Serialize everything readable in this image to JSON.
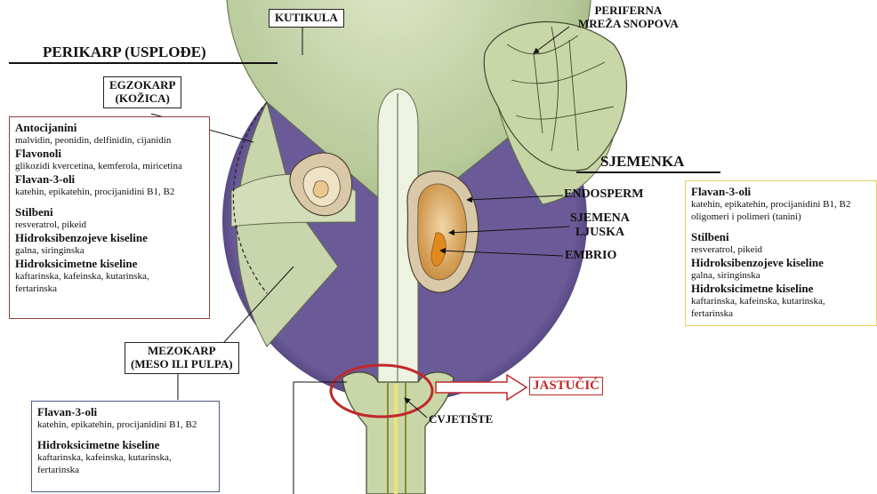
{
  "labels": {
    "perikarp": "PERIKARP (USPLOĐE)",
    "kutikula": "KUTIKULA",
    "egzokarp_line1": "EGZOKARP",
    "egzokarp_line2": "(KOŽICA)",
    "periferna_line1": "PERIFERNA",
    "periferna_line2": "MREŽA SNOPOVA",
    "sjemenka": "SJEMENKA",
    "endosperm": "ENDOSPERM",
    "sjemena_line1": "SJEMENA",
    "sjemena_line2": "LJUSKA",
    "embrio": "EMBRIO",
    "mezokarp_line1": "MEZOKARP",
    "mezokarp_line2": "(MESO ILI PULPA)",
    "jastucic": "JASTUČIĆ",
    "cvjetiste": "CVJETIŠTE"
  },
  "panels": {
    "left_top": {
      "antocijanini_h": "Antocijanini",
      "antocijanini_t": "malvidin, peonidin, delfinidin, cijanidin",
      "flavonoli_h": "Flavonoli",
      "flavonoli_t": "glikozidi kvercetina, kemferola, miricetina",
      "flavan_h": "Flavan-3-oli",
      "flavan_t": "katehin, epikatehin, procijanidini B1, B2",
      "stilbeni_h": "Stilbeni",
      "stilbeni_t": "resveratrol, pikeid",
      "hbk_h": "Hidroksibenzojeve kiseline",
      "hbk_t": "galna, siringinska",
      "hck_h": "Hidroksicimetne kiseline",
      "hck_t1": "kaftarinska, kafeinska, kutarinska,",
      "hck_t2": "fertarinska"
    },
    "right": {
      "flavan_h": "Flavan-3-oli",
      "flavan_t1": "katehin, epikatehin, procijanidini B1, B2",
      "flavan_t2": "oligomeri i polimeri (tanini)",
      "stilbeni_h": "Stilbeni",
      "stilbeni_t": "resveratrol, pikeid",
      "hbk_h": "Hidroksibenzojeve kiseline",
      "hbk_t": "galna, siringinska",
      "hck_h": "Hidroksicimetne kiseline",
      "hck_t1": "kaftarinska, kafeinska, kutarinska,",
      "hck_t2": "fertarinska"
    },
    "left_bottom": {
      "flavan_h": "Flavan-3-oli",
      "flavan_t": "katehin, epikatehin, procijanidini B1, B2",
      "hck_h": "Hidroksicimetne kiseline",
      "hck_t1": "kaftarinska, kafeinska, kutarinska,",
      "hck_t2": "fertarinska"
    }
  },
  "colors": {
    "skin": "#5b4a86",
    "pulp": "#b8c99a",
    "pulp_light": "#d3ddb9",
    "seed_coat": "#d9c9a8",
    "endosperm": "#c98a3a",
    "embryo": "#e08a1e",
    "highlight": "#c0282b"
  }
}
